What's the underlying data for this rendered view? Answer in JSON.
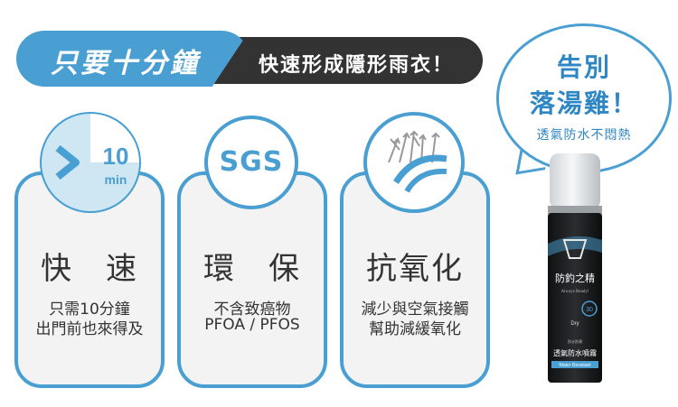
{
  "banner": {
    "blue_text": "只要十分鐘",
    "dark_text": "快速形成隱形雨衣！"
  },
  "bubble": {
    "line1": "告別",
    "line2": "落湯雞！",
    "line3": "透氣防水不悶熱"
  },
  "cards": [
    {
      "title": "快　速",
      "line1": "只需10分鐘",
      "line2": "出門前也來得及",
      "icon": "timer-10-min-icon",
      "icon_text": "10",
      "icon_sub": "min"
    },
    {
      "title": "環　保",
      "line1": "不含致癌物",
      "line2": "PFOA / PFOS",
      "icon": "sgs-badge-icon",
      "icon_text": "SGS"
    },
    {
      "title": "抗氧化",
      "line1": "減少與空氣接觸",
      "line2": "幫助減緩氧化",
      "icon": "shield-arrows-icon"
    }
  ],
  "product": {
    "brand": "防釣之精",
    "tagline": "Always Ready!",
    "badge": "30",
    "dry_label": "Dry",
    "name": "透氣防水噴霧",
    "sub": "Water Resistant",
    "small": "防水防潮"
  },
  "colors": {
    "accent": "#4a9fd2",
    "dark": "#333333",
    "card_bg": "#f3f3f3"
  }
}
